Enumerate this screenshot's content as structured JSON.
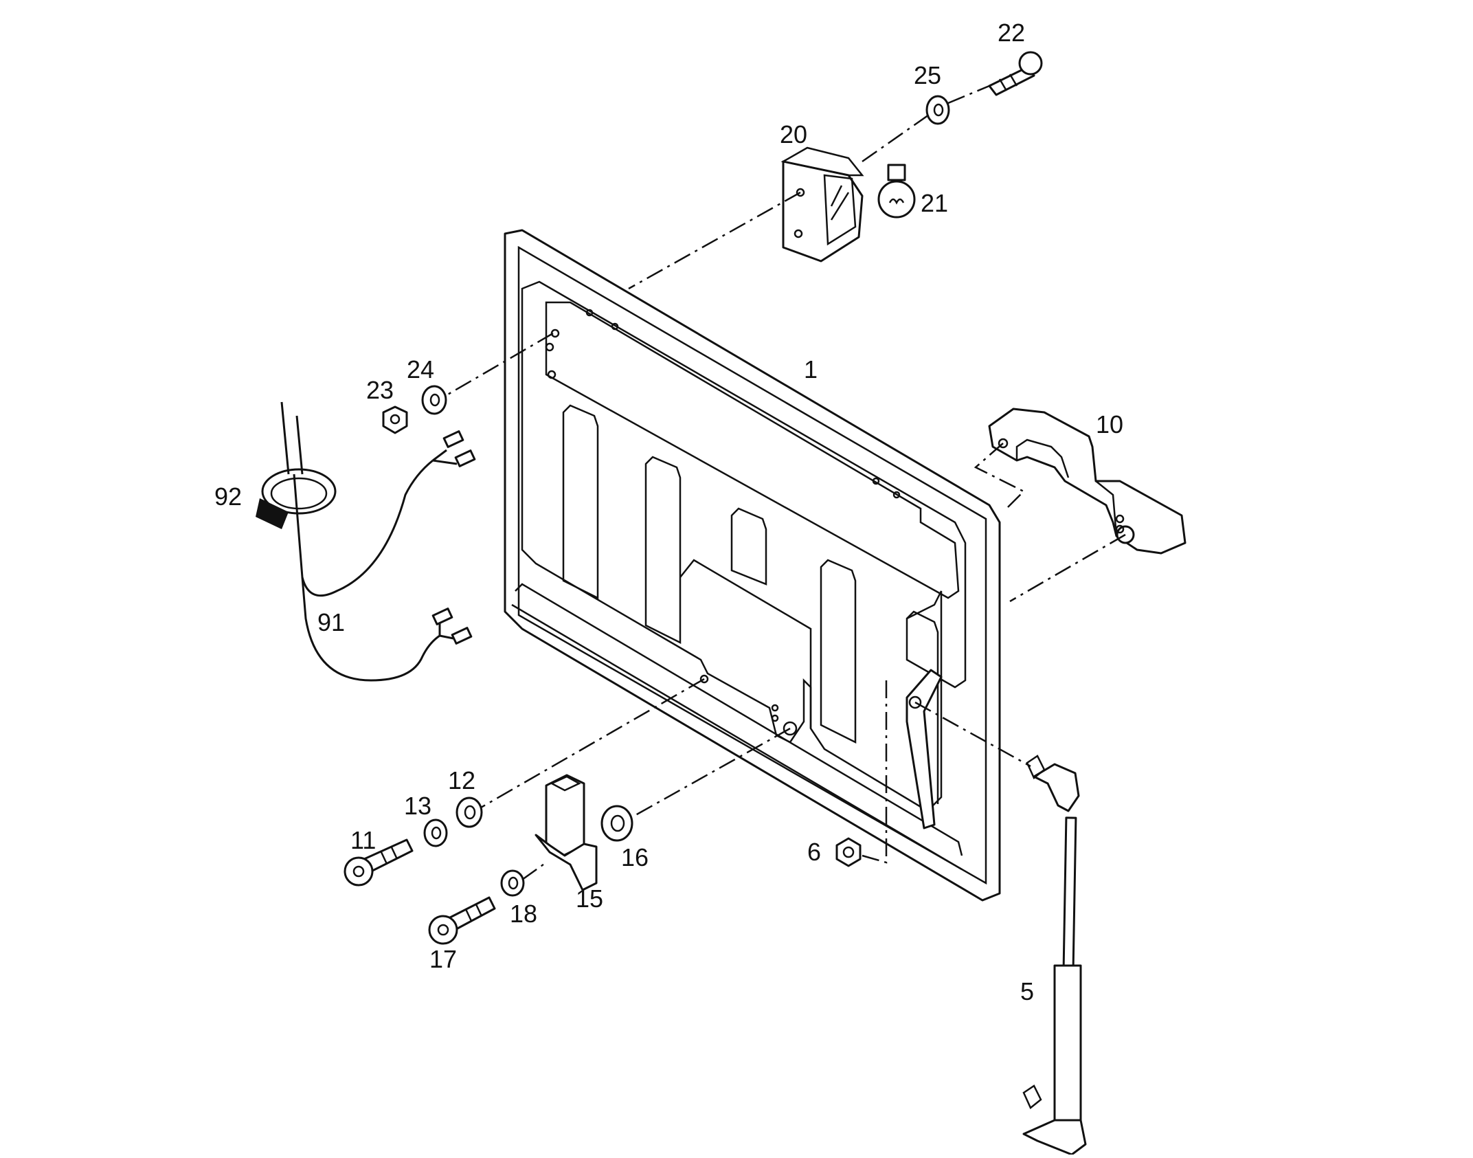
{
  "diagram": {
    "callouts": {
      "c1": "1",
      "c5": "5",
      "c6": "6",
      "c10": "10",
      "c11": "11",
      "c12": "12",
      "c13": "13",
      "c15": "15",
      "c16": "16",
      "c17": "17",
      "c18": "18",
      "c20": "20",
      "c21": "21",
      "c22": "22",
      "c23": "23",
      "c24": "24",
      "c25": "25",
      "c91": "91",
      "c92": "92"
    },
    "colors": {
      "line": "#111111",
      "background": "#ffffff"
    }
  }
}
